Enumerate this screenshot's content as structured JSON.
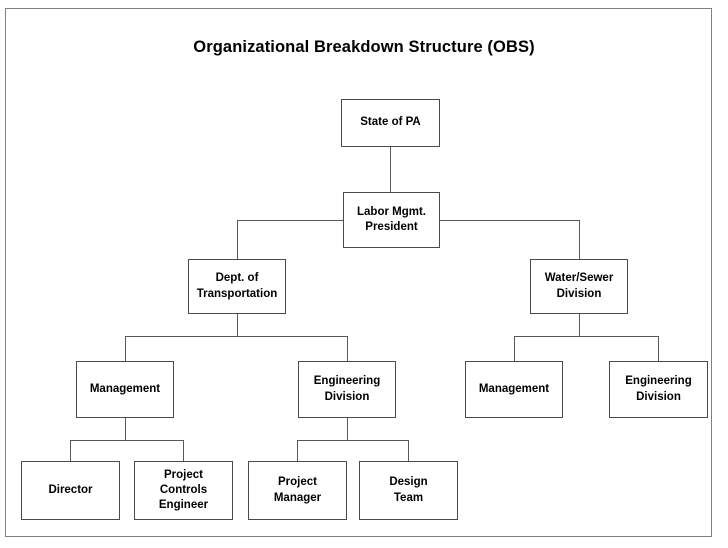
{
  "page": {
    "title": "Organizational Breakdown Structure (OBS)",
    "background_color": "#ffffff",
    "frame_color": "#808080",
    "box_border_color": "#4a4a4a",
    "connector_color": "#595959",
    "text_color": "#000000"
  },
  "chart_data": {
    "type": "diagram",
    "diagram_type": "organizational-breakdown-structure",
    "title": "Organizational Breakdown Structure (OBS)",
    "orientation": "top-down",
    "levels": 5,
    "nodes": [
      {
        "id": "state-of-pa",
        "label": "State of PA",
        "level": 1,
        "parent": null
      },
      {
        "id": "labor-mgmt-president",
        "label": "Labor Mgmt.\nPresident",
        "level": 2,
        "parent": "state-of-pa"
      },
      {
        "id": "dept-of-transportation",
        "label": "Dept. of\nTransportation",
        "level": 3,
        "parent": "labor-mgmt-president"
      },
      {
        "id": "water-sewer-division",
        "label": "Water/Sewer\nDivision",
        "level": 3,
        "parent": "labor-mgmt-president"
      },
      {
        "id": "dot-management",
        "label": "Management",
        "level": 4,
        "parent": "dept-of-transportation"
      },
      {
        "id": "dot-engineering-division",
        "label": "Engineering\nDivision",
        "level": 4,
        "parent": "dept-of-transportation"
      },
      {
        "id": "ws-management",
        "label": "Management",
        "level": 4,
        "parent": "water-sewer-division"
      },
      {
        "id": "ws-engineering-division",
        "label": "Engineering\nDivision",
        "level": 4,
        "parent": "water-sewer-division"
      },
      {
        "id": "director",
        "label": "Director",
        "level": 5,
        "parent": "dot-management"
      },
      {
        "id": "project-controls-engineer",
        "label": "Project\nControls\nEngineer",
        "level": 5,
        "parent": "dot-management"
      },
      {
        "id": "project-manager",
        "label": "Project\nManager",
        "level": 5,
        "parent": "dot-engineering-division"
      },
      {
        "id": "design-team",
        "label": "Design\nTeam",
        "level": 5,
        "parent": "dot-engineering-division"
      }
    ],
    "edges": [
      {
        "from": "state-of-pa",
        "to": "labor-mgmt-president"
      },
      {
        "from": "labor-mgmt-president",
        "to": "dept-of-transportation"
      },
      {
        "from": "labor-mgmt-president",
        "to": "water-sewer-division"
      },
      {
        "from": "dept-of-transportation",
        "to": "dot-management"
      },
      {
        "from": "dept-of-transportation",
        "to": "dot-engineering-division"
      },
      {
        "from": "water-sewer-division",
        "to": "ws-management"
      },
      {
        "from": "water-sewer-division",
        "to": "ws-engineering-division"
      },
      {
        "from": "dot-management",
        "to": "director"
      },
      {
        "from": "dot-management",
        "to": "project-controls-engineer"
      },
      {
        "from": "dot-engineering-division",
        "to": "project-manager"
      },
      {
        "from": "dot-engineering-division",
        "to": "design-team"
      }
    ]
  }
}
